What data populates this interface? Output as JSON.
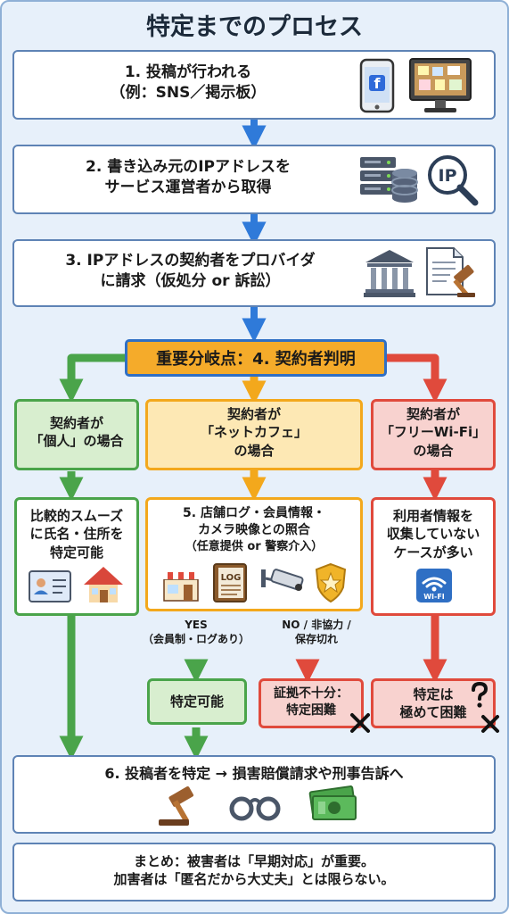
{
  "title": "特定までのプロセス",
  "steps": {
    "s1": {
      "line1": "1. 投稿が行われる",
      "line2": "（例：SNS／掲示板）"
    },
    "s2": {
      "line1": "2. 書き込み元のIPアドレスを",
      "line2": "サービス運営者から取得"
    },
    "s3": {
      "line1": "3. IPアドレスの契約者をプロバイダ",
      "line2": "に請求（仮処分 or 訴訟）"
    }
  },
  "ip_label": "IP",
  "branch": {
    "label": "重要分岐点：4. 契約者判明"
  },
  "cases": {
    "individual": {
      "line1": "契約者が",
      "line2": "「個人」の場合",
      "result1": "比較的スムーズ",
      "result2": "に氏名・住所を",
      "result3": "特定可能"
    },
    "netcafe": {
      "line1": "契約者が",
      "line2": "「ネットカフェ」",
      "line3": "の場合",
      "check1": "5. 店舗ログ・会員情報・",
      "check2": "カメラ映像との照合",
      "check3": "（任意提供 or 警察介入）",
      "log_label": "LOG",
      "yes1": "YES",
      "yes2": "（会員制・ログあり）",
      "no1": "NO / 非協力 /",
      "no2": "保存切れ",
      "yes_result": "特定可能",
      "no_result1": "証拠不十分：",
      "no_result2": "特定困難"
    },
    "wifi": {
      "line1": "契約者が",
      "line2": "「フリーWi-Fi」",
      "line3": "の場合",
      "result1": "利用者情報を",
      "result2": "収集していない",
      "result3": "ケースが多い",
      "wifi_label": "WI-FI",
      "final1": "特定は",
      "final2": "極めて困難"
    }
  },
  "step6": "6. 投稿者を特定 → 損害賠償請求や刑事告訴へ",
  "summary": {
    "line1": "まとめ：被害者は「早期対応」が重要。",
    "line2": "加害者は「匿名だから大丈夫」とは限らない。"
  },
  "colors": {
    "blue": "#2f7ad9",
    "green": "#4aa44a",
    "orange": "#f3a81c",
    "red": "#e04a3c"
  }
}
